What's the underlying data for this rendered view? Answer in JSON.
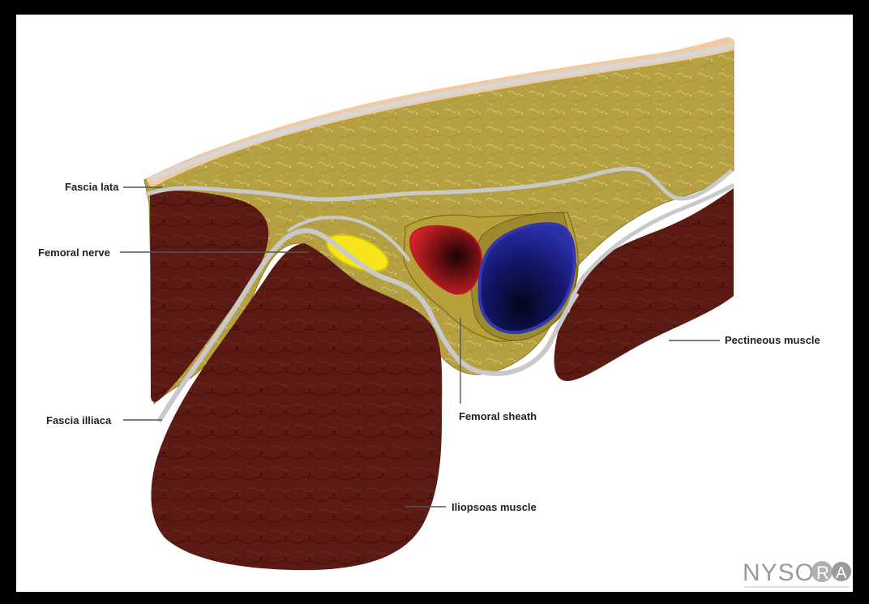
{
  "labels": {
    "fascia_lata": "Fascia lata",
    "femoral_nerve": "Femoral nerve",
    "fascia_illiaca": "Fascia illiaca",
    "femoral_sheath": "Femoral sheath",
    "pectineous_muscle": "Pectineous muscle",
    "iliopsoas_muscle": "Iliopsoas muscle"
  },
  "logo": {
    "text_left": "NYSO",
    "r_letter": "R",
    "a_letter": "A"
  },
  "colors": {
    "background": "#000000",
    "canvas": "#ffffff",
    "skin": "#f2c9a4",
    "fat": "#b6a141",
    "muscle": "#5c1a12",
    "fascia": "#c8c8c8",
    "nerve": "#f5e51a",
    "artery": "#d81f26",
    "vein": "#2a2f9e"
  }
}
